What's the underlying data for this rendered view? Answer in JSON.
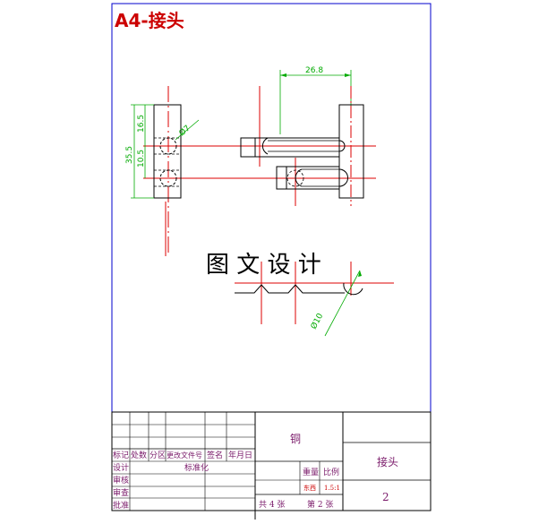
{
  "drawing": {
    "title": "A4-接头",
    "watermark": "图 文 设 计",
    "colors": {
      "border": "#0000cc",
      "outline": "#000000",
      "center": "#dd0000",
      "dimension": "#00aa00",
      "title": "#cc0000",
      "tb_text": "#7a1a6a"
    }
  },
  "dimensions": {
    "top_width": "26.8",
    "height_total": "35.5",
    "upper_spacing": "16.5",
    "lower_spacing": "10.5",
    "hole_dia": "Ø7",
    "slot_dia": "Ø10"
  },
  "title_block": {
    "material": "铜",
    "part_name": "接头",
    "drawing_no": "2",
    "headers": [
      "标记",
      "处数",
      "分区",
      "更改文件号",
      "签名",
      "年月日"
    ],
    "row_design": "设计",
    "row_standard": "标准化",
    "row_review": "审核",
    "row_check": "审查",
    "row_approve": "批准",
    "weight_label": "重量",
    "scale_label": "比例",
    "weight_value": "东西",
    "scale_value": "1.5:1",
    "sheets_total": "共 4 张",
    "sheet_no": "第 2 张"
  }
}
